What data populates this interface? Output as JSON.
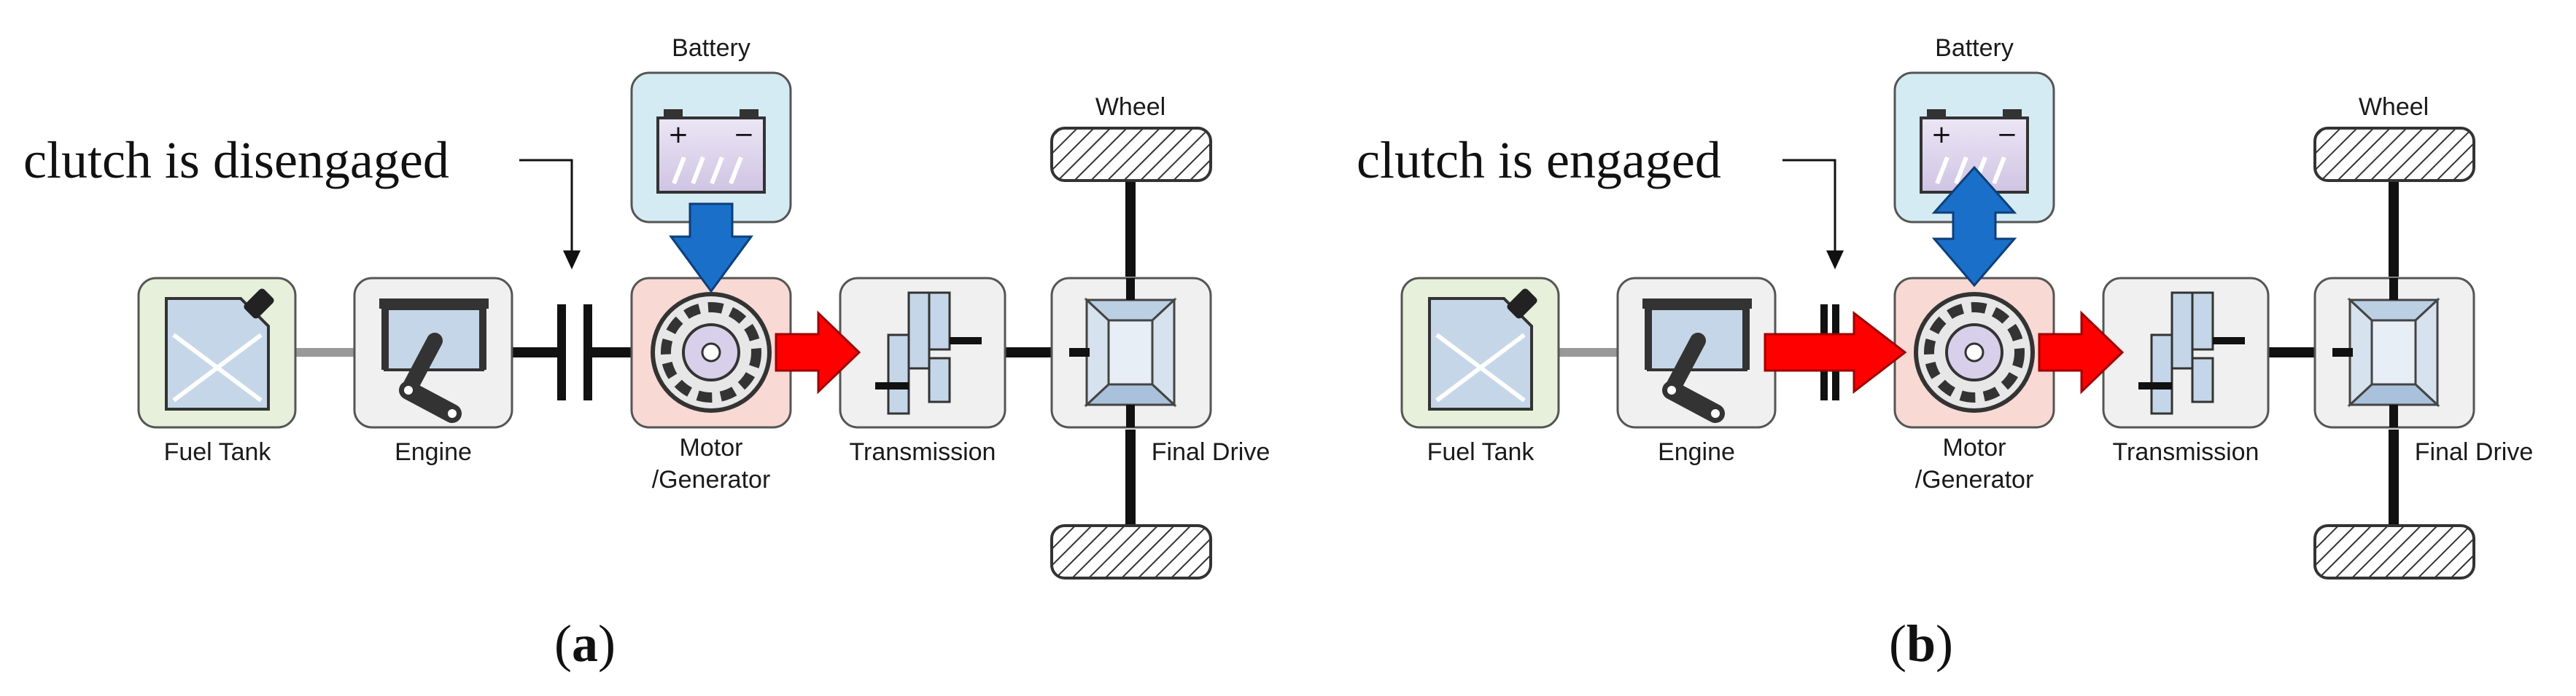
{
  "panels": [
    {
      "caption_letter": "a",
      "clutch_label": "clutch is disengaged",
      "clutch_engaged": false,
      "labels": {
        "fuel_tank": "Fuel Tank",
        "engine": "Engine",
        "battery": "Battery",
        "motor_line1": "Motor",
        "motor_line2": "/Generator",
        "transmission": "Transmission",
        "wheel": "Wheel",
        "final_drive": "Final Drive"
      },
      "flows": {
        "battery_to_motor": "down",
        "engine_to_motor": false,
        "motor_to_transmission": true
      }
    },
    {
      "caption_letter": "b",
      "clutch_label": "clutch is engaged",
      "clutch_engaged": true,
      "labels": {
        "fuel_tank": "Fuel Tank",
        "engine": "Engine",
        "battery": "Battery",
        "motor_line1": "Motor",
        "motor_line2": "/Generator",
        "transmission": "Transmission",
        "wheel": "Wheel",
        "final_drive": "Final Drive"
      },
      "flows": {
        "battery_to_motor": "bidirectional",
        "engine_to_motor": true,
        "motor_to_transmission": true
      }
    }
  ],
  "colors": {
    "power_arrow": "#ff0000",
    "electric_arrow": "#1a6fc9",
    "fuel_box": "#e6f0da",
    "component_box": "#f0f0f0",
    "motor_box": "#f8d9d4",
    "battery_box": "#d5ebf3",
    "shaft": "#111111",
    "fuel_shaft": "#999999"
  }
}
